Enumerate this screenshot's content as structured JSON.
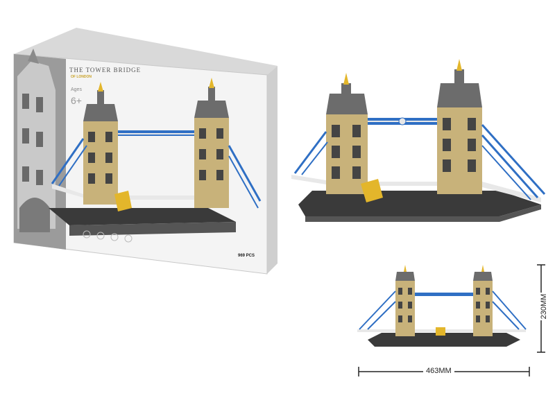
{
  "box": {
    "title": "THE TOWER BRIDGE",
    "subtitle": "OF LONDON",
    "ages_label": "Ages",
    "age": "6+",
    "pieces": "969 PCS"
  },
  "dimensions": {
    "height": "230MM",
    "width": "463MM"
  },
  "colors": {
    "tan": "#c8b27a",
    "stone_gray": "#8a8a8a",
    "roof": "#6c6c6c",
    "blue": "#2f6fc4",
    "base": "#3a3a3a",
    "gold": "#e3b62b"
  }
}
